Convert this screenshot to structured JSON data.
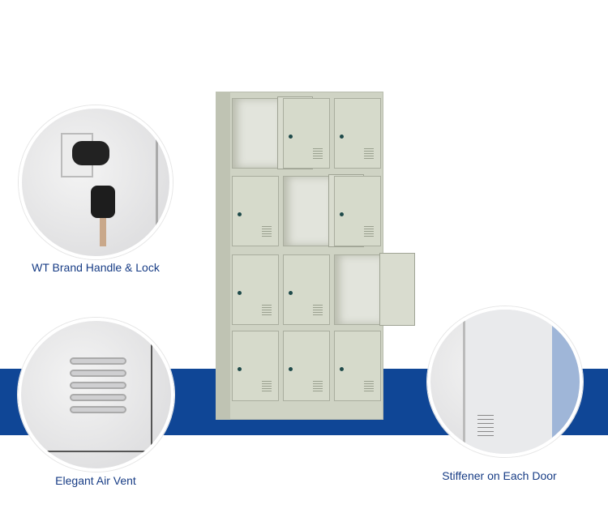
{
  "features": [
    {
      "label": "WT Brand Handle & Lock",
      "icon": "key-lock-icon"
    },
    {
      "label": "Elegant Air Vent",
      "icon": "air-vent-icon"
    },
    {
      "label": "Stiffener on Each Door",
      "icon": "door-stiffener-icon"
    }
  ],
  "colors": {
    "band": "#0f4696",
    "label": "#173c85",
    "cabinet": "#cfd3c4"
  }
}
